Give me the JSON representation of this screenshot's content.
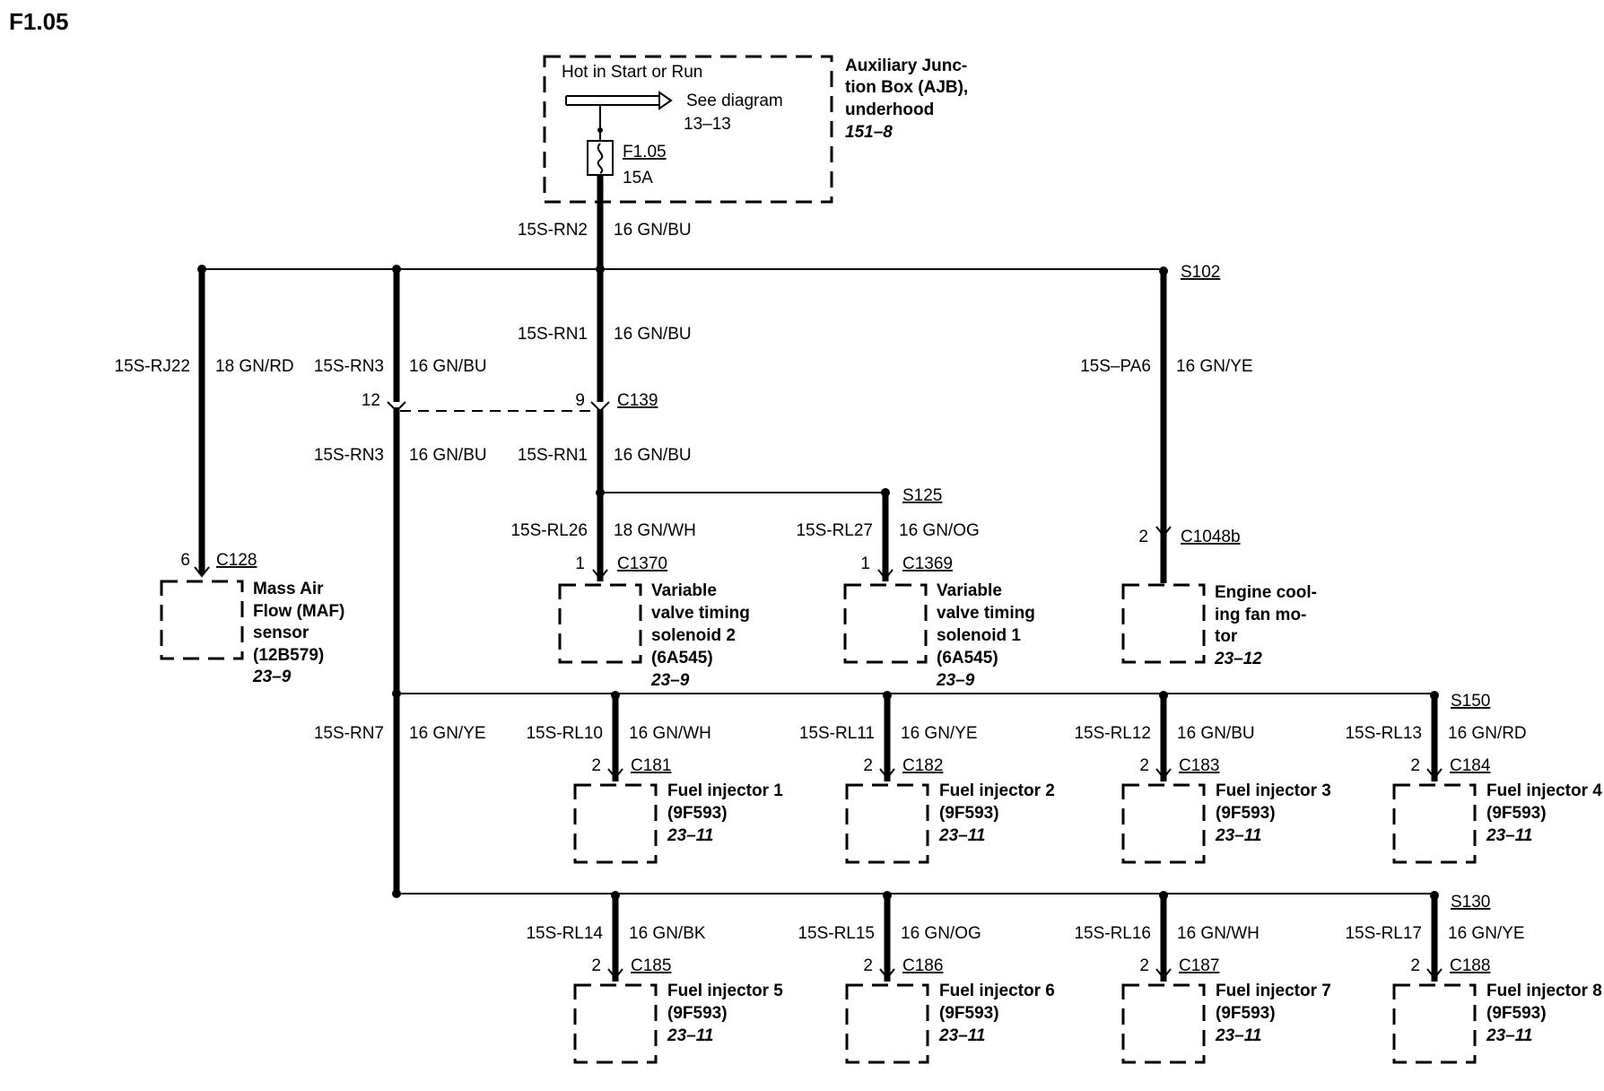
{
  "title": "F1.05",
  "ajb": {
    "hot_text": "Hot in Start or Run",
    "see_text": "See diagram",
    "see_ref": "13–13",
    "fuse_id": "F1.05",
    "fuse_rating": "15A",
    "name_lines": [
      "Auxiliary Junc-",
      "tion Box (AJB),",
      "underhood"
    ],
    "ref": "151–8"
  },
  "main_wire": {
    "circuit": "15S-RN2",
    "color": "16 GN/BU"
  },
  "top_branches": {
    "maf": {
      "circuit": "15S-RJ22",
      "color": "18 GN/RD",
      "pin": "6",
      "connector": "C128",
      "name_lines": [
        "Mass Air",
        "Flow (MAF)",
        "sensor",
        "(12B579)"
      ],
      "ref": "23–9"
    },
    "rn3": {
      "circuit": "15S-RN3",
      "color": "16 GN/BU",
      "pin": "12"
    },
    "rn3_lower": {
      "circuit": "15S-RN3",
      "color": "16 GN/BU"
    },
    "rn1": {
      "circuit": "15S-RN1",
      "color": "16 GN/BU",
      "pin": "9",
      "connector": "C139"
    },
    "rn1_lower": {
      "circuit": "15S-RN1",
      "color": "16 GN/BU"
    },
    "fan": {
      "splice": "S102",
      "circuit": "15S–PA6",
      "color": "16 GN/YE",
      "pin": "2",
      "connector": "C1048b",
      "name_lines": [
        "Engine cool-",
        "ing fan mo-",
        "tor"
      ],
      "ref": "23–12"
    }
  },
  "vvt": [
    {
      "circuit": "15S-RL26",
      "color": "18 GN/WH",
      "pin": "1",
      "connector": "C1370",
      "name_lines": [
        "Variable",
        "valve timing",
        "solenoid 2",
        "(6A545)"
      ],
      "ref": "23–9"
    },
    {
      "splice": "S125",
      "circuit": "15S-RL27",
      "color": "16 GN/OG",
      "pin": "1",
      "connector": "C1369",
      "name_lines": [
        "Variable",
        "valve timing",
        "solenoid 1",
        "(6A545)"
      ],
      "ref": "23–9"
    }
  ],
  "rn7": {
    "circuit": "15S-RN7",
    "color": "16 GN/YE"
  },
  "injector_row1": {
    "splice": "S150",
    "items": [
      {
        "circuit": "15S-RL10",
        "color": "16 GN/WH",
        "pin": "2",
        "connector": "C181",
        "name": "Fuel injector 1",
        "part": "(9F593)",
        "ref": "23–11"
      },
      {
        "circuit": "15S-RL11",
        "color": "16 GN/YE",
        "pin": "2",
        "connector": "C182",
        "name": "Fuel injector 2",
        "part": "(9F593)",
        "ref": "23–11"
      },
      {
        "circuit": "15S-RL12",
        "color": "16 GN/BU",
        "pin": "2",
        "connector": "C183",
        "name": "Fuel injector 3",
        "part": "(9F593)",
        "ref": "23–11"
      },
      {
        "circuit": "15S-RL13",
        "color": "16 GN/RD",
        "pin": "2",
        "connector": "C184",
        "name": "Fuel injector 4",
        "part": "(9F593)",
        "ref": "23–11"
      }
    ]
  },
  "injector_row2": {
    "splice": "S130",
    "items": [
      {
        "circuit": "15S-RL14",
        "color": "16 GN/BK",
        "pin": "2",
        "connector": "C185",
        "name": "Fuel injector 5",
        "part": "(9F593)",
        "ref": "23–11"
      },
      {
        "circuit": "15S-RL15",
        "color": "16 GN/OG",
        "pin": "2",
        "connector": "C186",
        "name": "Fuel injector 6",
        "part": "(9F593)",
        "ref": "23–11"
      },
      {
        "circuit": "15S-RL16",
        "color": "16 GN/WH",
        "pin": "2",
        "connector": "C187",
        "name": "Fuel injector 7",
        "part": "(9F593)",
        "ref": "23–11"
      },
      {
        "circuit": "15S-RL17",
        "color": "16 GN/YE",
        "pin": "2",
        "connector": "C188",
        "name": "Fuel injector 8",
        "part": "(9F593)",
        "ref": "23–11"
      }
    ]
  }
}
